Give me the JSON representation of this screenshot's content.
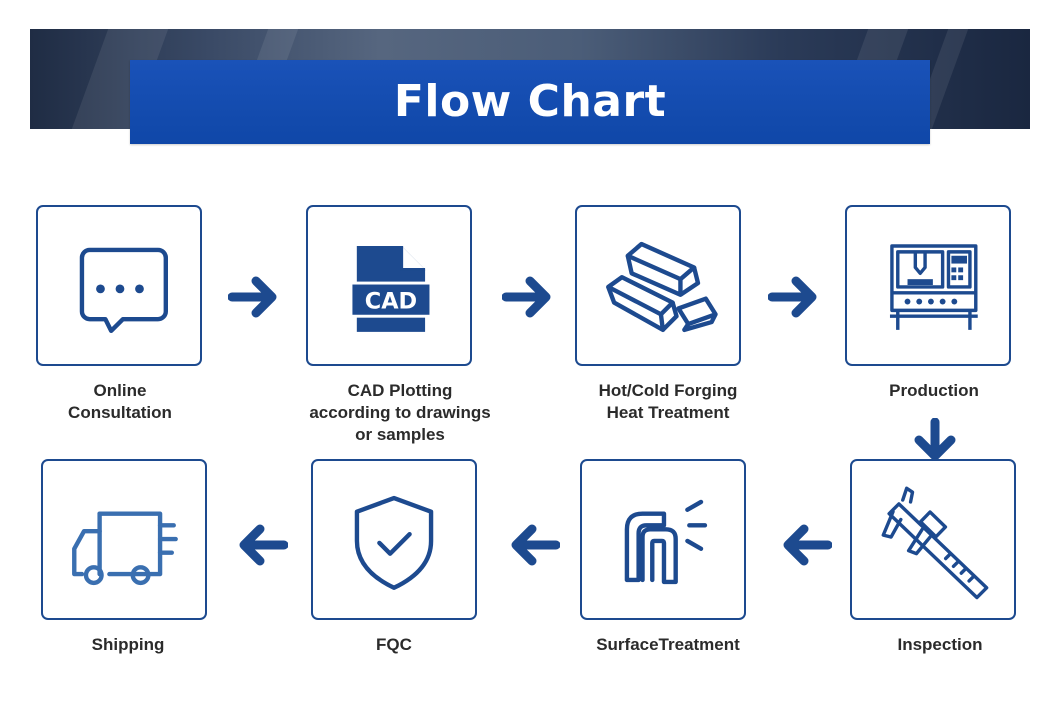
{
  "header": {
    "title": "Flow Chart"
  },
  "colors": {
    "primary_blue": "#1d4a8f",
    "banner_blue": "#0f47a8",
    "label_text": "#2b2b2b"
  },
  "steps": [
    {
      "label": "Online\nConsultation",
      "icon": "chat-bubble-icon"
    },
    {
      "label": "CAD Plotting\naccording to drawings\nor samples",
      "icon": "cad-file-icon"
    },
    {
      "label": "Hot/Cold Forging\nHeat Treatment",
      "icon": "metal-ingots-icon"
    },
    {
      "label": "Production",
      "icon": "cnc-machine-icon"
    },
    {
      "label": "Inspection",
      "icon": "caliper-icon"
    },
    {
      "label": "SurfaceTreatment",
      "icon": "spray-pipe-icon"
    },
    {
      "label": "FQC",
      "icon": "shield-check-icon"
    },
    {
      "label": "Shipping",
      "icon": "delivery-truck-icon"
    }
  ],
  "cad_icon_text": "CAD"
}
